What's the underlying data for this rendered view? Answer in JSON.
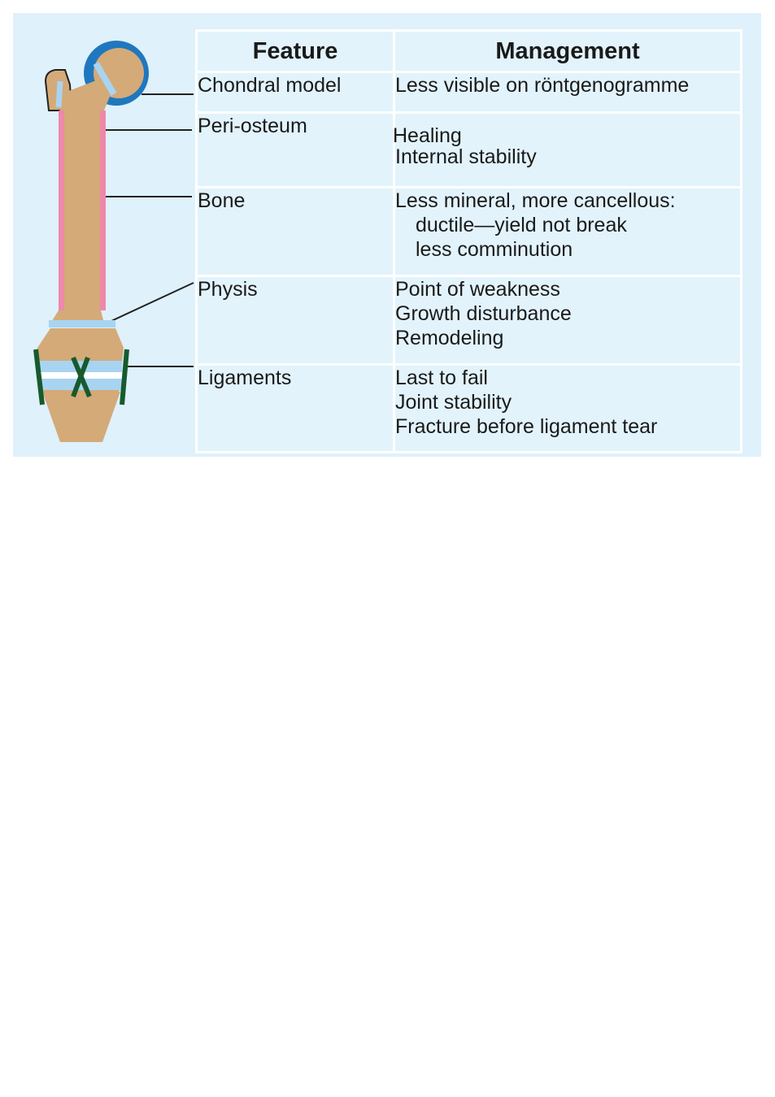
{
  "table": {
    "headers": [
      "Feature",
      "Management"
    ],
    "rows": [
      {
        "feature": "Chondral model",
        "management": [
          "Less visible on röntgenogramme"
        ]
      },
      {
        "feature": "Peri-osteum",
        "management": [
          "Healing",
          "Internal stability"
        ]
      },
      {
        "feature": "Bone",
        "management": [
          "Less mineral, more cancellous:",
          "ductile—yield not break",
          "less comminution"
        ]
      },
      {
        "feature": "Physis",
        "management": [
          "Point of weakness",
          "Growth disturbance",
          "Remodeling"
        ]
      },
      {
        "feature": "Ligaments",
        "management": [
          "Last to fail",
          "Joint stability",
          "Fracture before ligament tear"
        ]
      }
    ]
  },
  "colors": {
    "panel_background": "#dff1fb",
    "bone": "#d4aa78",
    "cartilage_cap": "#1f78be",
    "periosteum": "#ee88aa",
    "physis": "#a8d4f2",
    "ligament": "#175a2e"
  }
}
